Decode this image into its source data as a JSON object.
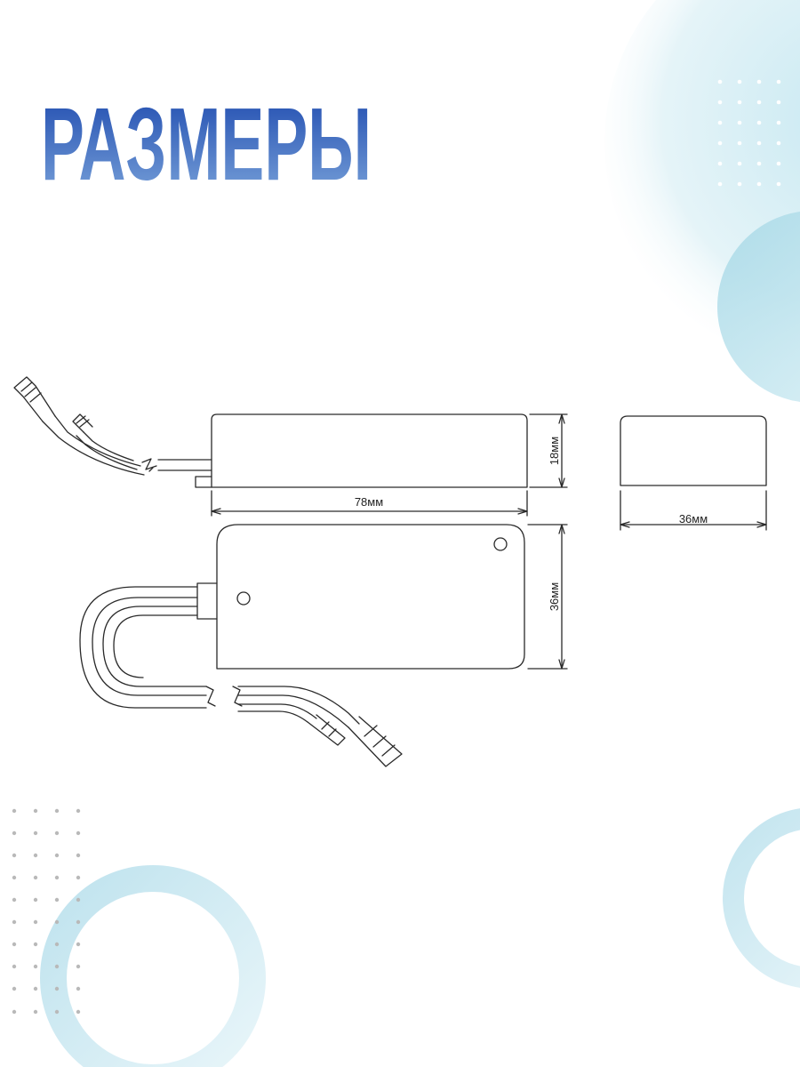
{
  "page": {
    "title": "РАЗМЕРЫ",
    "title_color_top": "#1e4bb0",
    "title_color_bottom": "#6f98d6",
    "accent_light_blue": "#b6e0ec"
  },
  "drawing": {
    "side_view": {
      "length_label": "78мм",
      "height_label": "18мм"
    },
    "end_view": {
      "width_label": "36мм"
    },
    "top_view": {
      "width_label": "36мм"
    }
  }
}
